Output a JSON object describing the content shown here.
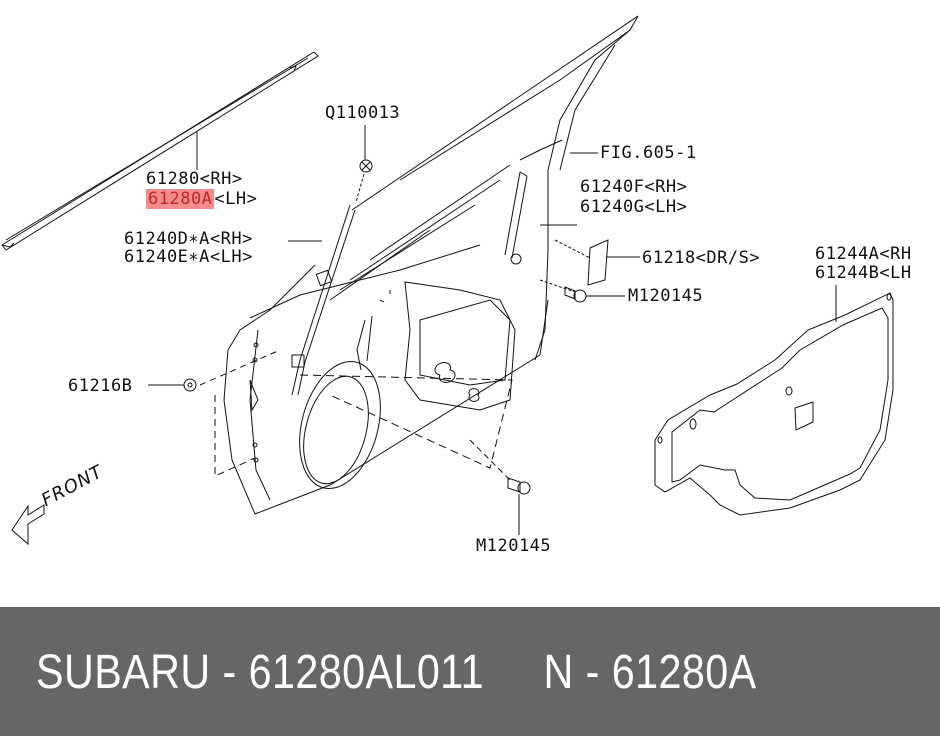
{
  "diagram": {
    "title": "Front door panel parts diagram",
    "highlight_color": "#f28b8b",
    "labels": {
      "q110013": "Q110013",
      "fig605": "FIG.605-1",
      "p61280_rh": "61280<RH>",
      "p61280a_part": "61280A",
      "p61280a_side": "<LH>",
      "p61240f": "61240F<RH>",
      "p61240g": "61240G<LH>",
      "p61240d": "61240D∗A<RH>",
      "p61240e": "61240E∗A<LH>",
      "p61218": "61218<DR/S>",
      "m120145_top": "M120145",
      "p61244a": "61244A<RH",
      "p61244b": "61244B<LH",
      "p61216b": "61216B",
      "m120145_bottom": "M120145",
      "front": "FRONT"
    }
  },
  "footer": {
    "text": "SUBARU - 61280AL011     N - 61280A",
    "brand": "SUBARU",
    "part_number": "61280AL011",
    "ref": "61280A",
    "bg_color": "#666666"
  }
}
